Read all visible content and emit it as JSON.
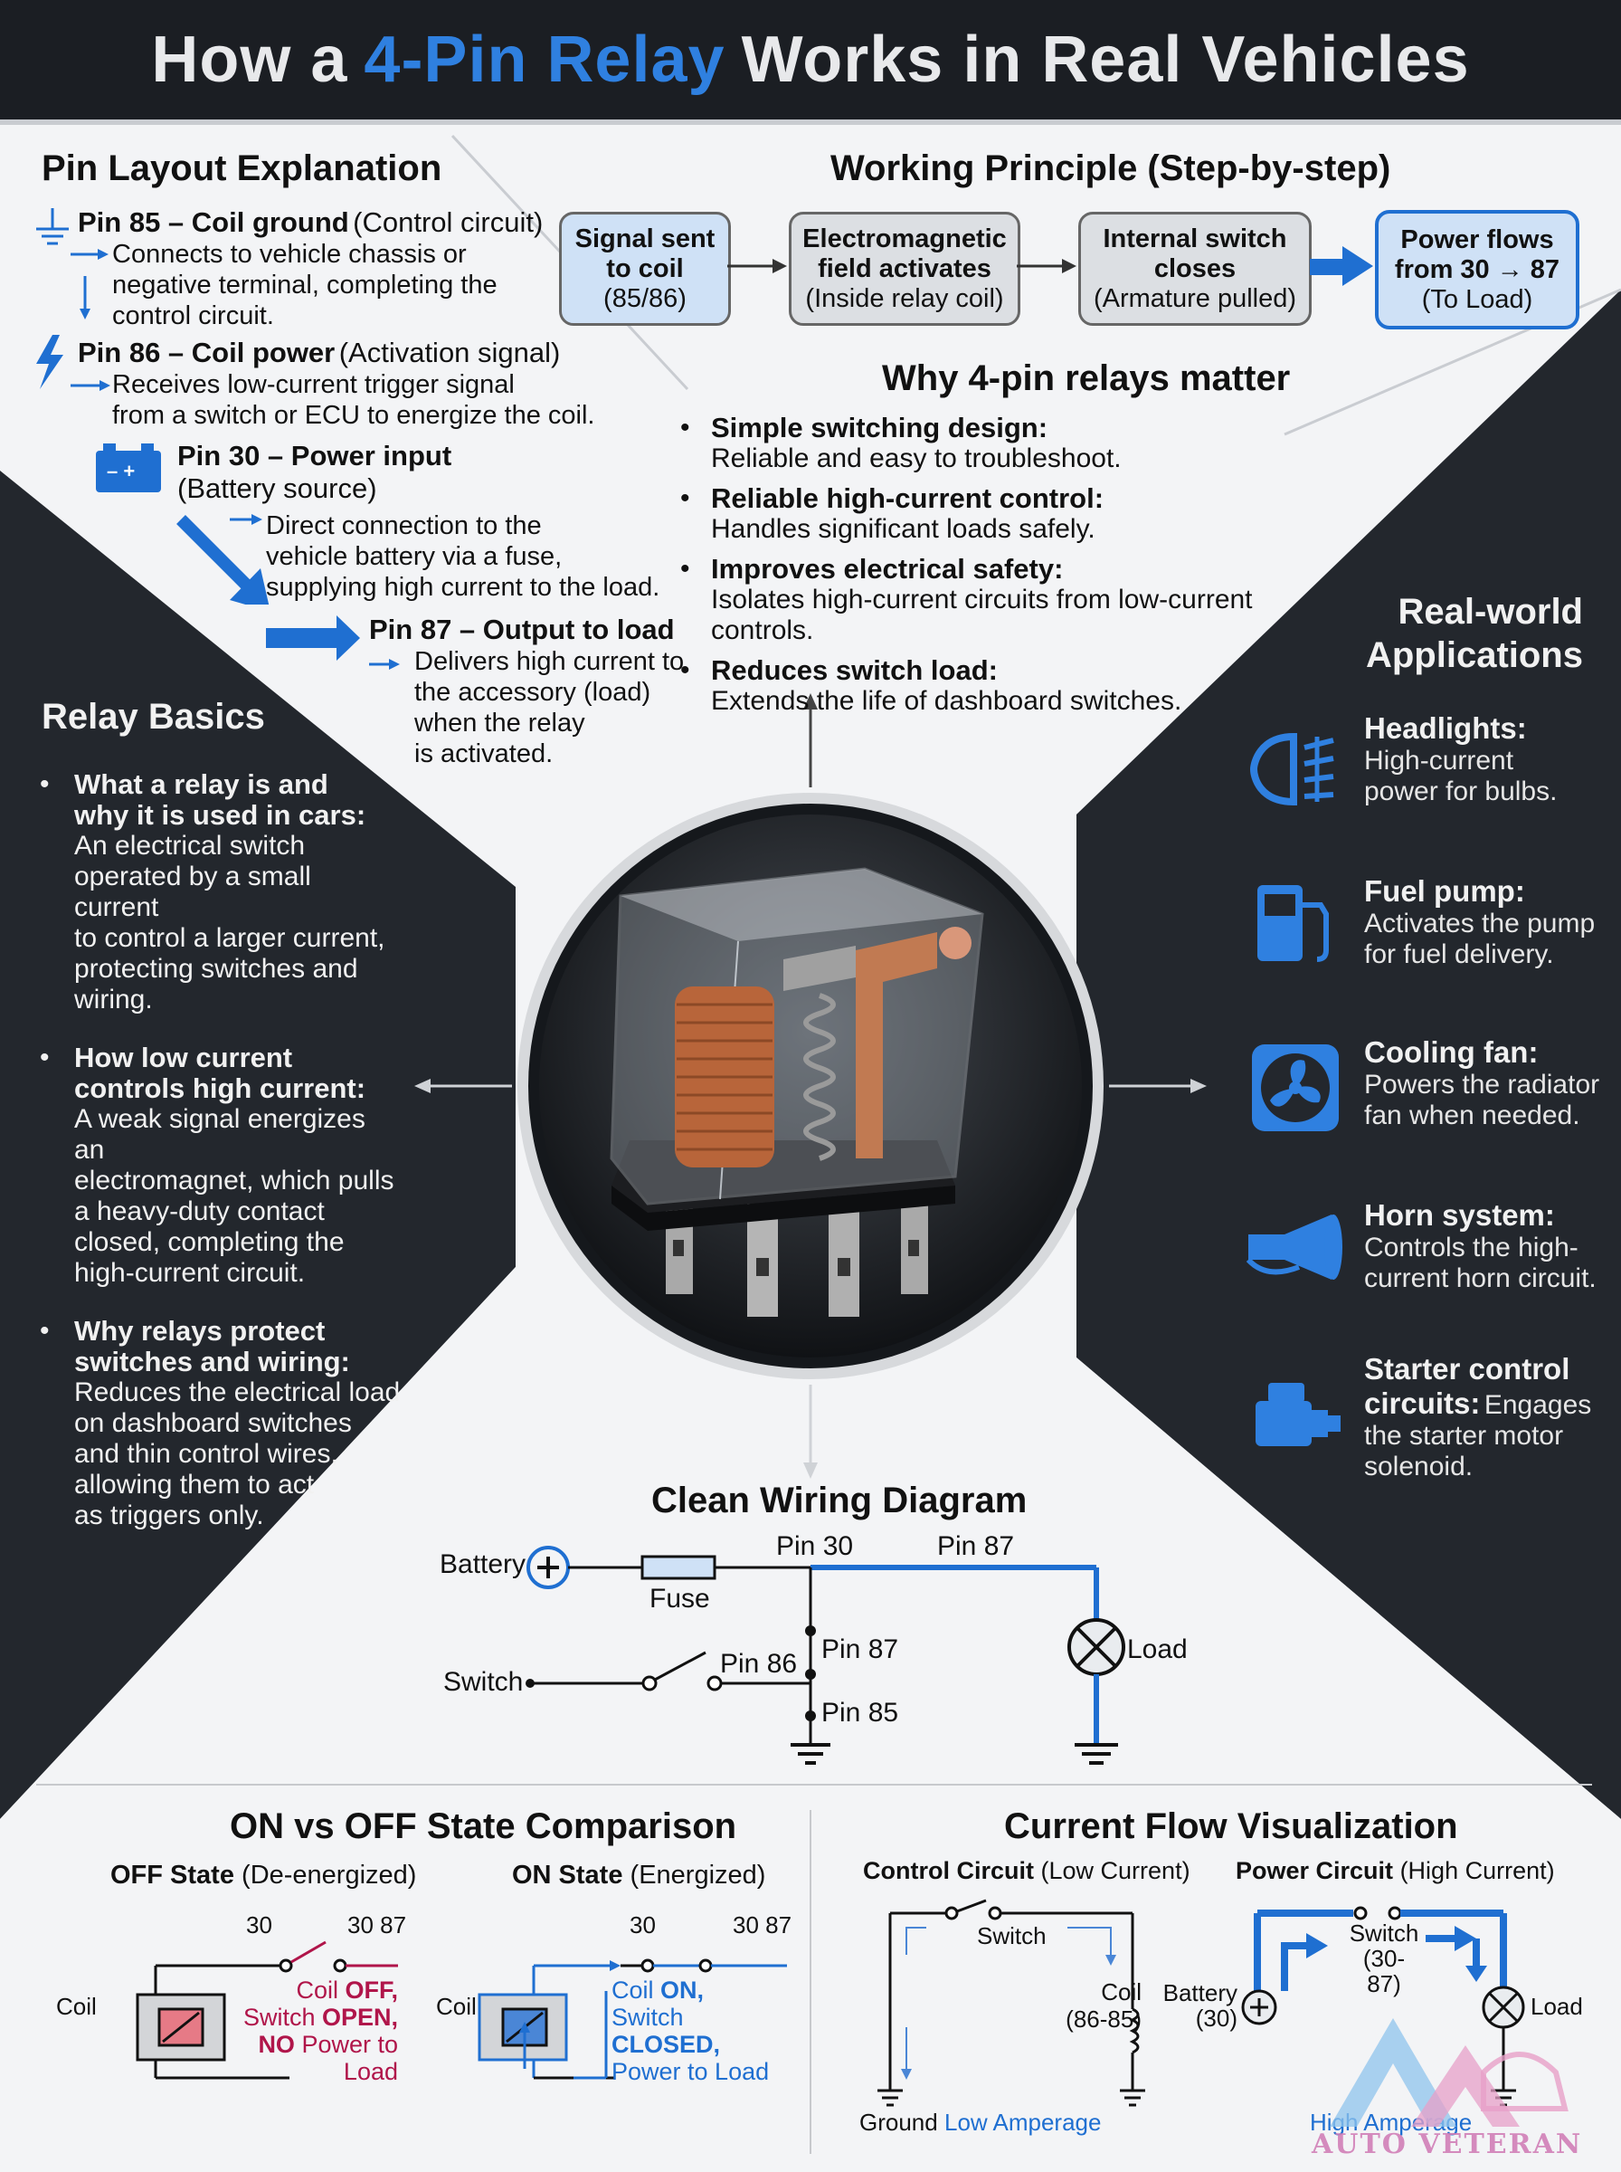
{
  "title": {
    "prefix": "How a",
    "accent": "4-Pin Relay",
    "suffix": "Works in Real Vehicles"
  },
  "colors": {
    "accent": "#2f80e0",
    "dark": "#1b1e23",
    "panel": "#24282e",
    "copper": "#b8653a",
    "off_red": "#b0154a"
  },
  "pin_layout": {
    "heading": "Pin Layout Explanation",
    "pins": [
      {
        "icon": "ground-icon",
        "title": "Pin 85 – Coil ground",
        "sub": "(Control circuit)",
        "desc": [
          "Connects to vehicle chassis or",
          "negative terminal, completing the",
          "control circuit."
        ]
      },
      {
        "icon": "lightning-icon",
        "title": "Pin 86 – Coil power",
        "sub": "(Activation signal)",
        "desc": [
          "Receives low-current trigger signal",
          "from a switch or ECU to energize the coil."
        ]
      },
      {
        "icon": "battery-icon",
        "title": "Pin 30 – Power input",
        "sub": "(Battery source)",
        "desc": [
          "Direct connection to the",
          "vehicle battery via a fuse,",
          "supplying high current to the load."
        ]
      },
      {
        "icon": "arrow-icon",
        "title": "Pin 87 – Output to load",
        "sub": "",
        "desc": [
          "Delivers high current to",
          "the accessory (load)",
          "when the relay",
          "is activated."
        ]
      }
    ]
  },
  "working": {
    "heading": "Working Principle (Step-by-step)",
    "steps": [
      {
        "title": "Signal sent",
        "l2": "to coil",
        "l3": "(85/86)"
      },
      {
        "title": "Electromagnetic",
        "l2": "field activates",
        "l3": "(Inside relay coil)"
      },
      {
        "title": "Internal switch",
        "l2": "closes",
        "l3": "(Armature pulled)"
      },
      {
        "title": "Power flows",
        "l2": "from 30 → 87",
        "l3": "(To Load)"
      }
    ]
  },
  "why": {
    "heading": "Why 4-pin relays matter",
    "items": [
      {
        "title": "Simple switching design:",
        "desc": "Reliable and easy to troubleshoot."
      },
      {
        "title": "Reliable high-current control:",
        "desc": "Handles significant loads safely."
      },
      {
        "title": "Improves electrical safety:",
        "desc": "Isolates high-current circuits from low-current controls."
      },
      {
        "title": "Reduces switch load:",
        "desc": "Extends the life of dashboard switches."
      }
    ]
  },
  "basics": {
    "heading": "Relay Basics",
    "items": [
      {
        "title": [
          "What a relay is and",
          "why it is used in cars:"
        ],
        "desc": [
          "An electrical switch",
          "operated by a small current",
          "to control a larger current,",
          "protecting switches and",
          "wiring."
        ]
      },
      {
        "title": [
          "How low current",
          "controls high current:"
        ],
        "desc": [
          "A weak signal energizes an",
          "electromagnet, which pulls",
          "a heavy-duty contact",
          "closed, completing the",
          "high-current circuit."
        ]
      },
      {
        "title": [
          "Why relays protect",
          "switches and wiring:"
        ],
        "desc": [
          "Reduces the electrical load",
          "on dashboard switches",
          "and thin control wires,",
          "allowing them to act",
          "as triggers only."
        ]
      }
    ]
  },
  "apps": {
    "heading": [
      "Real-world",
      "Applications"
    ],
    "items": [
      {
        "icon": "headlight-icon",
        "title": "Headlights:",
        "desc": [
          "High-current",
          "power for bulbs."
        ]
      },
      {
        "icon": "fuel-pump-icon",
        "title": "Fuel pump:",
        "desc": [
          "Activates the pump",
          "for fuel delivery."
        ]
      },
      {
        "icon": "fan-icon",
        "title": "Cooling fan:",
        "desc": [
          "Powers the radiator",
          "fan when needed."
        ]
      },
      {
        "icon": "horn-icon",
        "title": "Horn system:",
        "desc": [
          "Controls the high-",
          "current horn circuit."
        ]
      },
      {
        "icon": "starter-motor-icon",
        "title": "Starter control",
        "title2": "circuits:",
        "desc0": "Engages",
        "desc": [
          "the starter motor",
          "solenoid."
        ]
      }
    ]
  },
  "wiring": {
    "heading": "Clean Wiring Diagram",
    "battery": "Battery",
    "fuse": "Fuse",
    "pin30": "Pin 30",
    "pin87_top": "Pin 87",
    "pin87_mid": "Pin 87",
    "pin86": "Pin 86",
    "pin85": "Pin 85",
    "switch": "Switch",
    "load": "Load"
  },
  "compare": {
    "heading": "ON vs OFF State Comparison",
    "off": {
      "title": "OFF State",
      "sub": "(De-energized)",
      "coil": "Coil",
      "p30": "30",
      "p3087": "30 87",
      "l1a": "Coil ",
      "l1b": "OFF,",
      "l2a": "Switch ",
      "l2b": "OPEN,",
      "l3a": "NO",
      "l3b": " Power to Load"
    },
    "on": {
      "title": "ON State",
      "sub": "(Energized)",
      "coil": "Coil",
      "p30": "30",
      "p3087": "30 87",
      "l1a": "Coil ",
      "l1b": "ON,",
      "l2a": "Switch ",
      "l2b": "CLOSED,",
      "l3": "Power to Load"
    }
  },
  "flow": {
    "heading": "Current Flow Visualization",
    "control": {
      "title": "Control Circuit",
      "sub": "(Low Current)",
      "switch": "Switch",
      "coil": "Coil",
      "coil_pins": "(86-85)",
      "ground": "Ground",
      "amp": "Low Amperage"
    },
    "power": {
      "title": "Power Circuit",
      "sub": "(High Current)",
      "switch": "Switch",
      "switch_pins": "(30-87)",
      "battery": "Battery",
      "battery_pin": "(30)",
      "load": "Load",
      "amp": "High Amperage"
    }
  },
  "logo": {
    "text": "AUTO VETERAN"
  }
}
